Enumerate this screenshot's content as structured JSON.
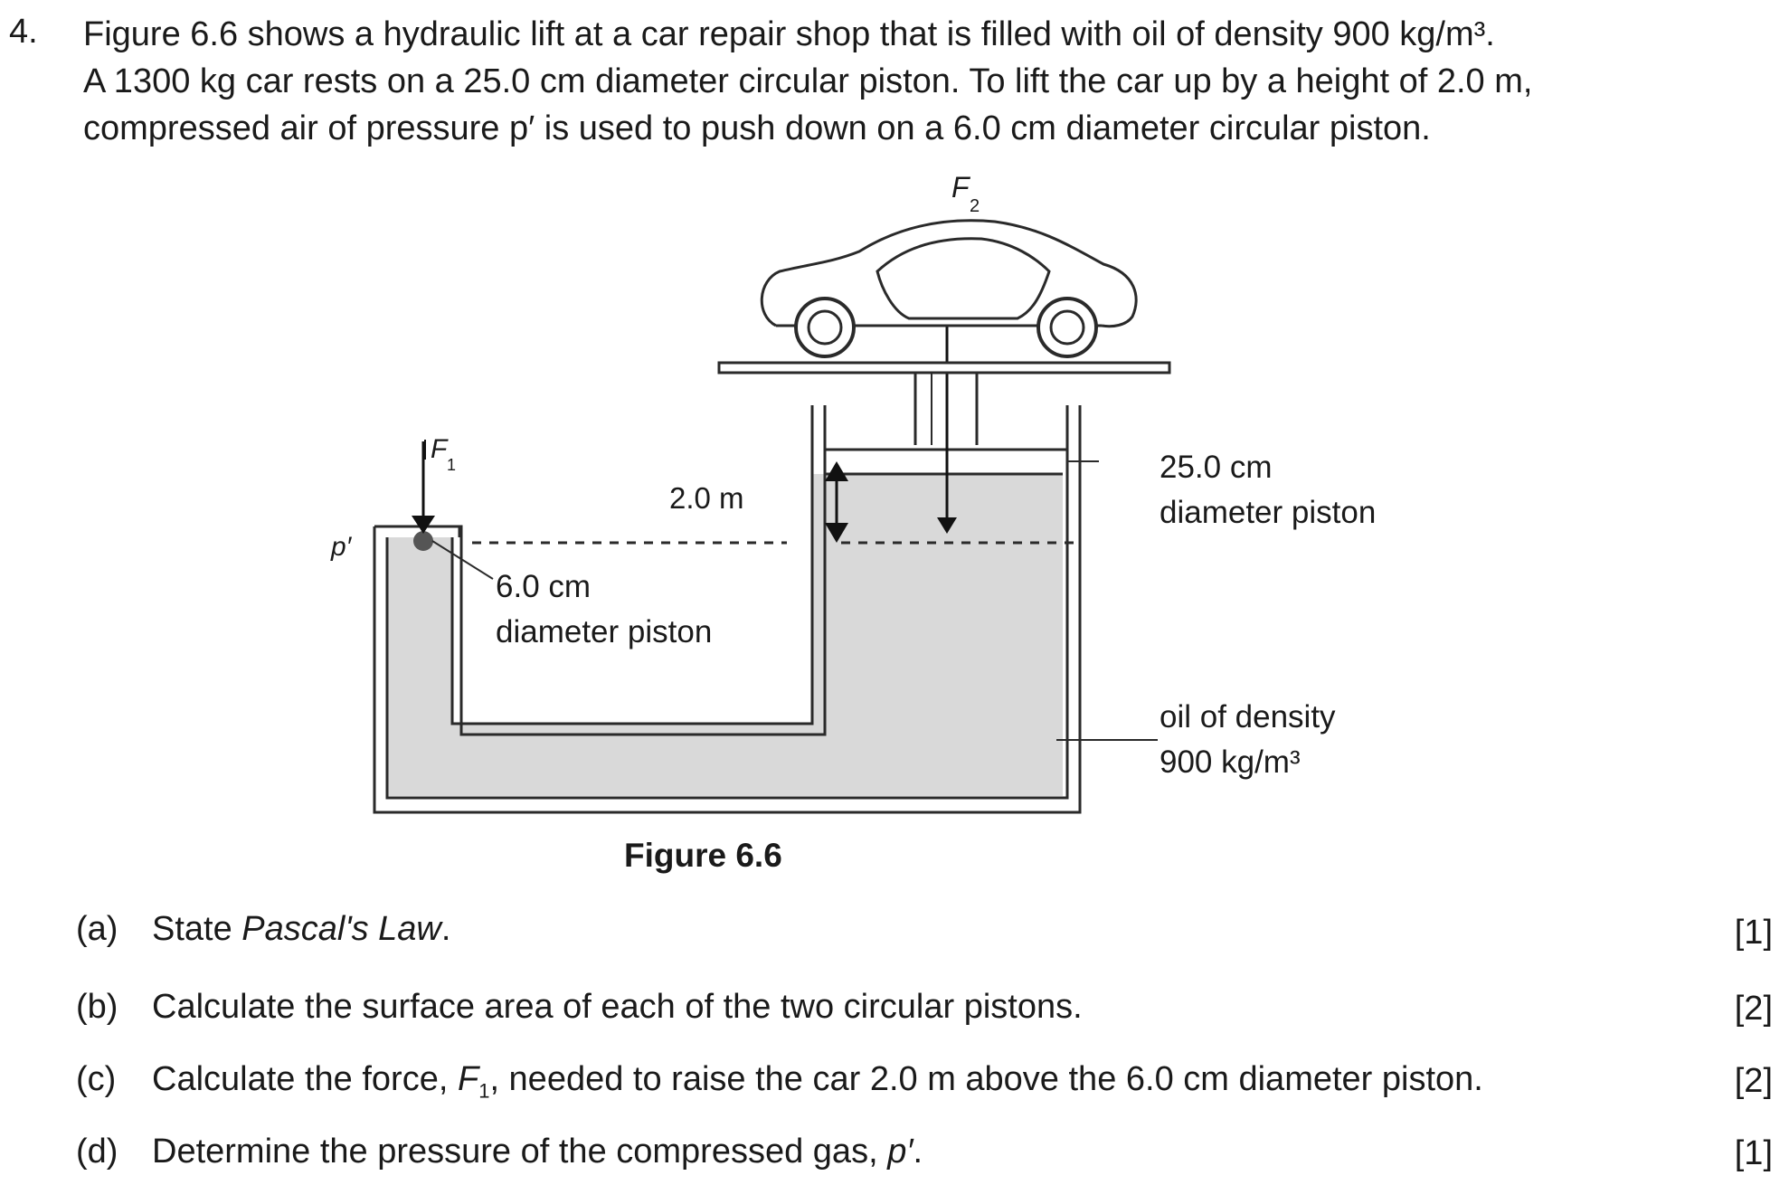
{
  "question": {
    "number": "4.",
    "stem_lines": [
      "Figure 6.6 shows a hydraulic lift at a car repair shop that is filled with oil of density 900 kg/m³.",
      "A 1300 kg car rests on a 25.0 cm diameter circular piston. To lift the car up by a height of 2.0 m,",
      "compressed air of pressure p′ is used to push down on a 6.0 cm diameter circular piston."
    ]
  },
  "figure": {
    "caption": "Figure 6.6",
    "labels": {
      "f2_letter": "F",
      "f2_sub": "2",
      "f1_letter": "F",
      "f1_sub": "1",
      "p_prime": "p′",
      "height": "2.0 m",
      "small_piston_1": "6.0 cm",
      "small_piston_2": "diameter piston",
      "large_piston_1": "25.0 cm",
      "large_piston_2": "diameter piston",
      "oil_1": "oil of density",
      "oil_2": "900 kg/m³"
    }
  },
  "parts": [
    {
      "label": "(a)",
      "text_before": "State ",
      "text_italic": "Pascal's Law",
      "text_after": ".",
      "marks": "[1]"
    },
    {
      "label": "(b)",
      "text": "Calculate the surface area of each of the two circular pistons.",
      "marks": "[2]"
    },
    {
      "label": "(c)",
      "text_before": "Calculate the force, ",
      "force": "F",
      "force_sub": "1",
      "text_after": ", needed to raise the car 2.0 m above the 6.0 cm diameter piston.",
      "marks": "[2]"
    },
    {
      "label": "(d)",
      "text_before": "Determine the pressure of the compressed gas, ",
      "pressure": "p′",
      "text_after": ".",
      "marks": "[1]"
    }
  ]
}
